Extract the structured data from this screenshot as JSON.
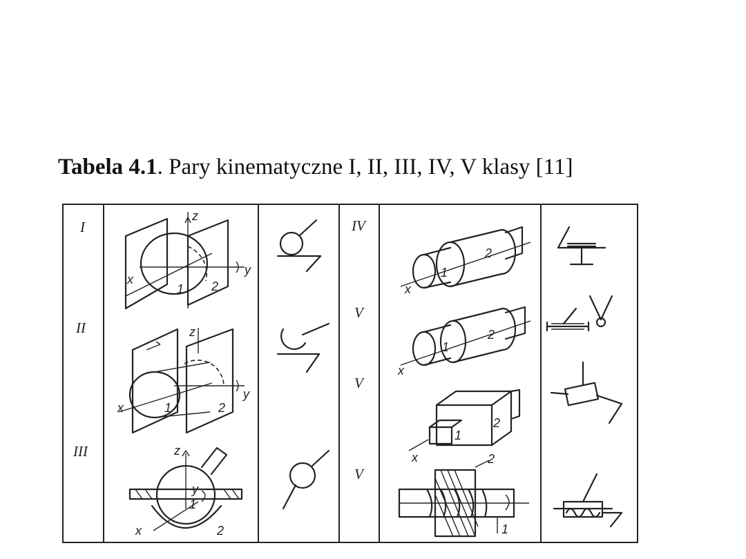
{
  "title": {
    "bold": "Tabela 4.1",
    "rest": ". Pary kinematyczne I, II, III, IV, V klasy [11]"
  },
  "classes": {
    "left": [
      "I",
      "II",
      "III"
    ],
    "right": [
      "IV",
      "V",
      "V",
      "V"
    ]
  },
  "labels": {
    "part1": "1",
    "part2": "2",
    "axis_x": "x",
    "axis_y": "y",
    "axis_z": "z"
  }
}
